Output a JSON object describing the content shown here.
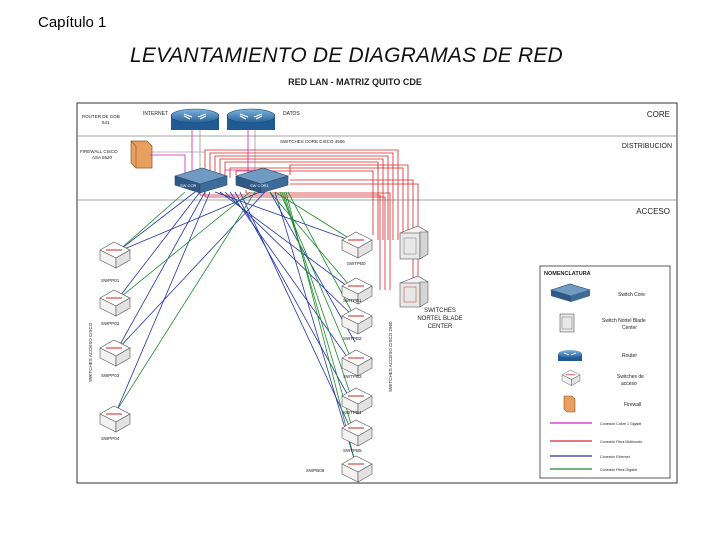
{
  "chapter": "Capítulo 1",
  "slide_title": "LEVANTAMIENTO DE DIAGRAMAS DE RED",
  "diagram": {
    "title": "RED LAN - MATRIZ QUITO CDE",
    "layers": {
      "core": "CORE",
      "distribution": "DISTRIBUCION",
      "access": "ACCESO"
    },
    "core_labels": {
      "internet": "INTERNET",
      "datos": "DATOS",
      "left_router_note": "ROUTER DE GOB\n541"
    },
    "firewall_label": "FIREWALL CISCO\nASA 5520",
    "blade_bus_label": "SWITCHES CORE CISCO 4506",
    "core_switches": [
      "SW COR",
      "SW COR1"
    ],
    "left_switches": [
      "SWPP01",
      "SWPP02",
      "SWPP03",
      "SWPP04"
    ],
    "left_group_label": "SWITCHES ACCESO CISCO",
    "center_switches": [
      "SWTPB0",
      "SWTPB1",
      "SWTPB2",
      "SWTPB3",
      "SWTPB4",
      "SWTPB5",
      "SWPB06"
    ],
    "center_group_label": "SWITCHES ACCESO CISCO 2960",
    "blade_label": "SWITCHES\nNORTEL BLADE\nCENTER",
    "legend": {
      "title": "NOMENCLATURA",
      "items": [
        "Switch Core",
        "Switch Nortel Blade Center",
        "Router",
        "Switches de acceso",
        "Firewall"
      ],
      "lines": [
        "Conexión Cobre 1 Gigabit",
        "Conexión Fibra Multimodo",
        "Conexión Ethernet",
        "Conexión Fibra Gigabit"
      ]
    },
    "colors": {
      "magenta": "#d020c8",
      "red": "#d8262a",
      "blue": "#2334a8",
      "green": "#1e8a2e",
      "core_blue": "#2f6fa8"
    }
  }
}
